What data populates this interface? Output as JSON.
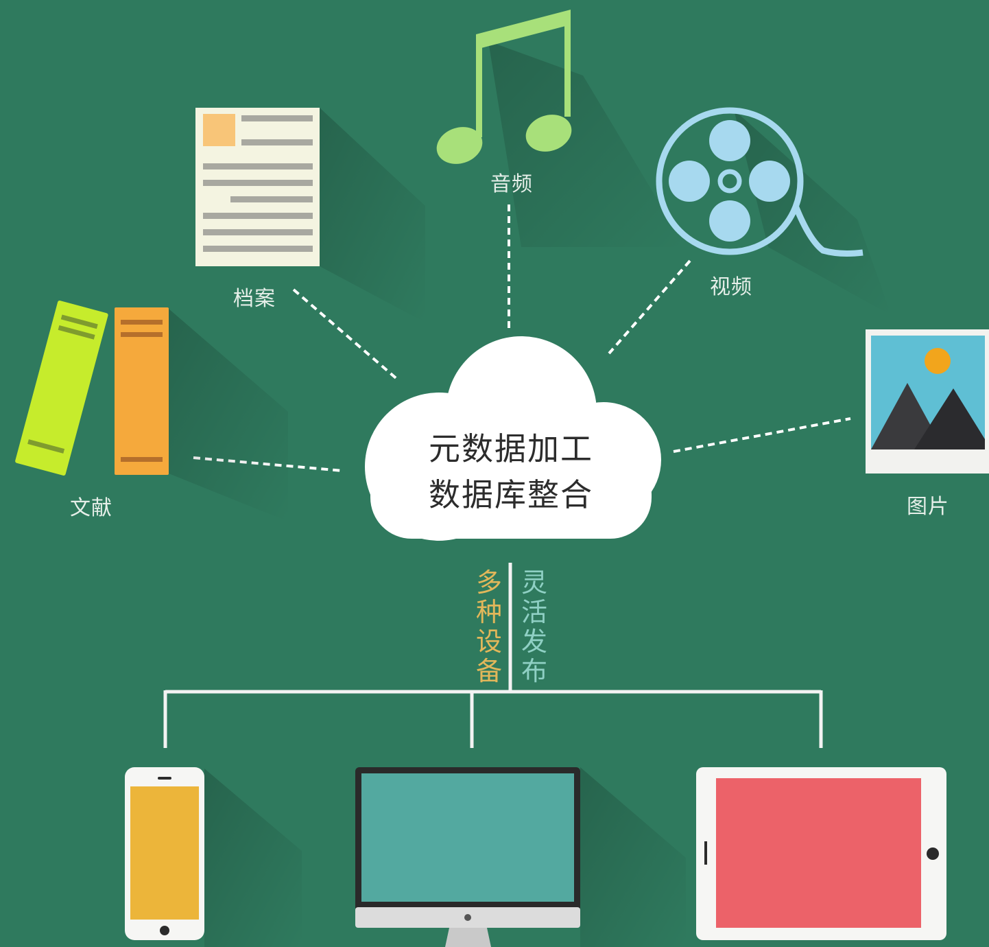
{
  "center": {
    "line1": "元数据加工",
    "line2": "数据库整合"
  },
  "sources": {
    "music": "音频",
    "archive": "档案",
    "video": "视频",
    "literature": "文献",
    "picture": "图片"
  },
  "distribution": {
    "left": "多种设备",
    "right": "灵活发布"
  },
  "colors": {
    "background": "#2f7a5e",
    "music_note": "#a8e07a",
    "reel": "#a7d9ef",
    "book_green": "#c6ec2c",
    "book_orange": "#f5a93c",
    "distribution_left": "#e2b75a",
    "distribution_right": "#8fd0c4",
    "phone_screen": "#ecb53a",
    "monitor_screen": "#53a9a0",
    "tablet_screen": "#ec6269"
  }
}
